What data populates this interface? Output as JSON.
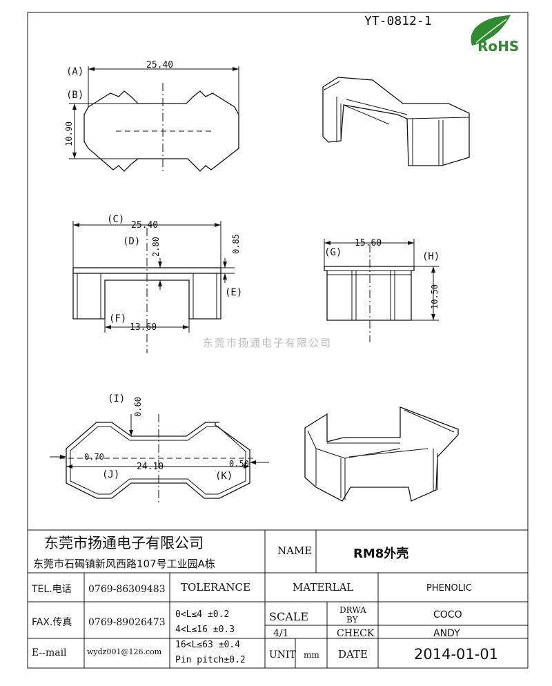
{
  "drawing_number": "YT-0812-1",
  "rohs_label": "RoHS",
  "watermark": "东莞市扬通电子有限公司",
  "dimensions": {
    "a_label": "(A)",
    "a_value": "25.40",
    "b_label": "(B)",
    "b_value": "10.90",
    "c_label": "(C)",
    "c_value": "25.40",
    "d_label": "(D)",
    "d_value": "2.80",
    "e_label": "(E)",
    "e_value": "0.85",
    "f_label": "(F)",
    "f_value": "13.60",
    "g_label": "(G)",
    "g_value": "15.60",
    "h_label": "(H)",
    "h_value": "10.50",
    "i_label": "(I)",
    "i_value": "0.60",
    "j_label": "(J)",
    "j_value": "24.10",
    "k_label": "(K)",
    "k_value": "0.50",
    "left_thick": "0.70"
  },
  "title_block": {
    "company": "东莞市扬通电子有限公司",
    "address": "东莞市石碣镇新风西路107号工业园A栋",
    "name_label": "NAME",
    "name_value": "RM8外壳",
    "tel_label": "TEL.电话",
    "tel_value": "0769-86309483",
    "fax_label": "FAX.传真",
    "fax_value": "0769-89026473",
    "email_label": "E--mail",
    "email_value": "wydz001@126.com",
    "tolerance_label": "TOLERANCE",
    "tol_1": "0<L≤4   ±0.2",
    "tol_2": "4<L≤16  ±0.3",
    "tol_3": "16<L≤63 ±0.4",
    "tol_4": "Pin pitch±0.2",
    "material_label": "MATERLAL",
    "material_value": "PHENOLIC",
    "scale_label": "SCALE",
    "scale_value": "4/1",
    "unit_label": "UNIT",
    "unit_value": "mm",
    "drawn_label_1": "DRWA",
    "drawn_label_2": "BY",
    "drawn_value": "COCO",
    "check_label": "CHECK",
    "check_value": "ANDY",
    "date_label": "DATE",
    "date_value": "2014-01-01"
  },
  "colors": {
    "rohs_green": "#2e8b2e",
    "ink": "#111111"
  }
}
